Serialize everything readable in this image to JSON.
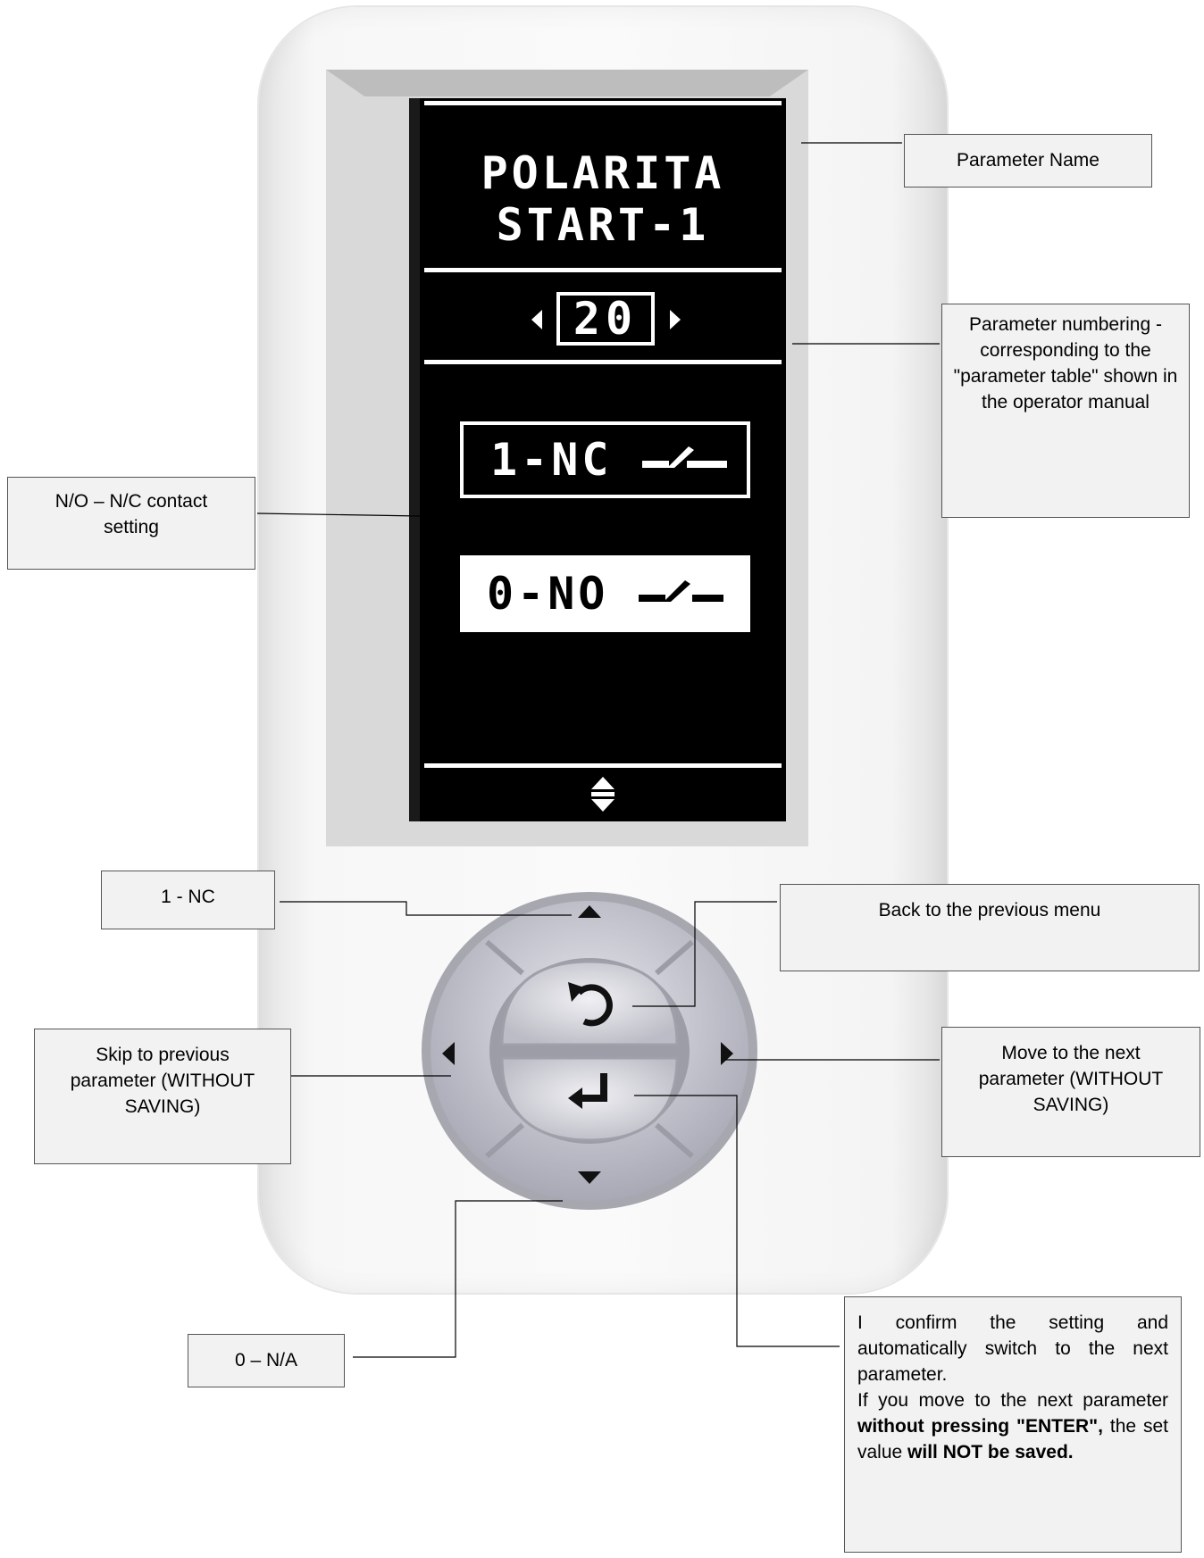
{
  "screen": {
    "parameter_name_line1": "POLARITA",
    "parameter_name_line2": "START-1",
    "parameter_number": "20",
    "option_selected": "1-NC",
    "option_unselected": "0-NO"
  },
  "callouts": {
    "parameter_name": "Parameter Name",
    "parameter_numbering": "Parameter numbering - corresponding to the \"parameter table\" shown in the operator manual",
    "contact_setting": "N/O – N/C contact setting",
    "up_button": "1 - NC",
    "back_button": "Back to the previous menu",
    "left_button": "Skip to previous parameter (WITHOUT SAVING)",
    "right_button": "Move to the next parameter (WITHOUT SAVING)",
    "down_button": "0 – N/A",
    "enter_part1": "I confirm the setting and automatically switch to the next parameter.",
    "enter_part2_a": "If you move to the next parameter ",
    "enter_part2_b": "without pressing \"ENTER\",",
    "enter_part2_c": " the set value ",
    "enter_part2_d": "will NOT be saved."
  },
  "icons": {
    "up": "arrow-up-icon",
    "down": "arrow-down-icon",
    "left": "arrow-left-icon",
    "right": "arrow-right-icon",
    "back": "back-rotate-icon",
    "enter": "enter-return-icon",
    "nc_contact": "normally-closed-contact-icon",
    "no_contact": "normally-open-contact-icon",
    "scroll": "up-down-scroll-icon"
  }
}
